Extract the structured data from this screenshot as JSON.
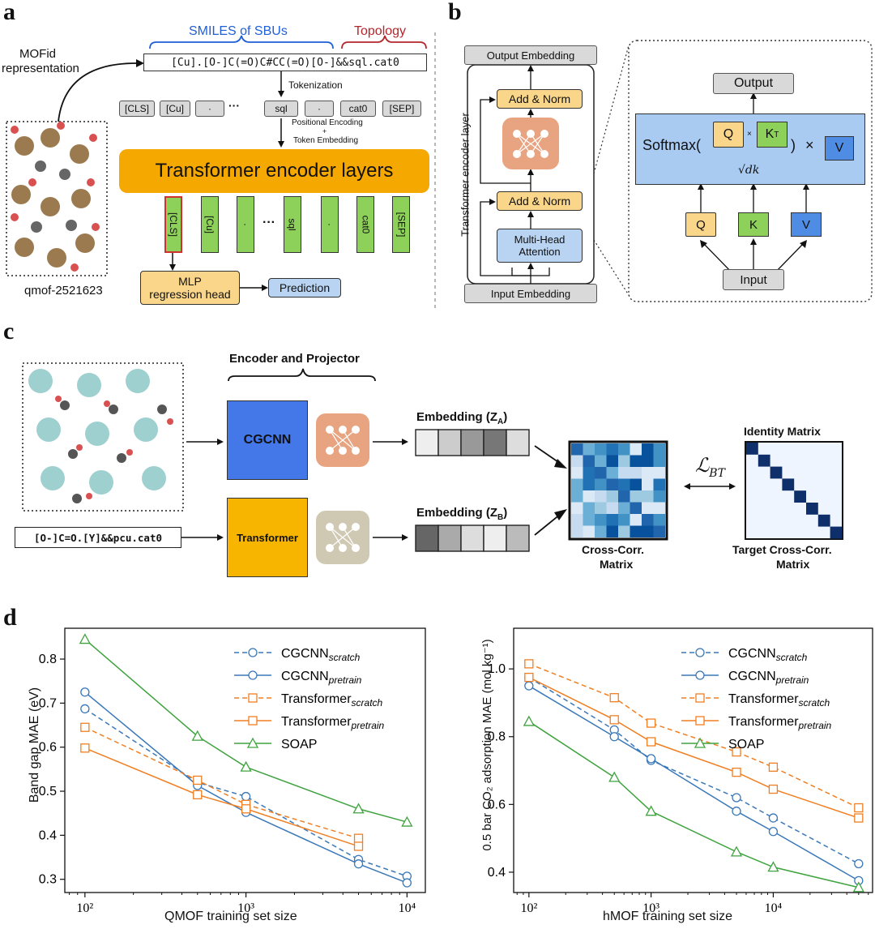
{
  "panels": {
    "a": "a",
    "b": "b",
    "c": "c",
    "d": "d"
  },
  "panel_a": {
    "smiles_label": "SMILES of SBUs",
    "topology_label": "Topology",
    "mofid_label_line1": "MOFid",
    "mofid_label_line2": "representation",
    "mofid_string": "[Cu].[O-]C(=O)C#CC(=O)[O-]&&sql.cat0",
    "tokenization": "Tokenization",
    "tokens": [
      "[CLS]",
      "[Cu]",
      "·",
      "sql",
      "·",
      "cat0",
      "[SEP]"
    ],
    "ellipsis": "···",
    "positional_encoding": "Positional Encoding",
    "plus": "+",
    "token_embedding": "Token Embedding",
    "encoder_layers": "Transformer encoder layers",
    "output_tokens": [
      "[CLS]",
      "[Cu]",
      "·",
      "sql",
      "·",
      "cat0",
      "[SEP]"
    ],
    "mlp_line1": "MLP",
    "mlp_line2": "regression head",
    "prediction": "Prediction",
    "structure_id": "qmof-2521623"
  },
  "panel_b": {
    "output_embedding": "Output Embedding",
    "add_norm_top": "Add & Norm",
    "add_norm_bottom": "Add & Norm",
    "mha_line1": "Multi-Head",
    "mha_line2": "Attention",
    "input_embedding": "Input Embedding",
    "encoder_layer_label": "Transformer encoder layer",
    "output": "Output",
    "softmax": "Softmax(",
    "close_paren": ")",
    "times": "×",
    "q": "Q",
    "kt": "K",
    "kt_sup": "T",
    "dot": "×",
    "sqrt_dk": "√dk",
    "v": "V",
    "k": "K",
    "input": "Input"
  },
  "panel_c": {
    "encoder_projector": "Encoder and Projector",
    "cgcnn": "CGCNN",
    "transformer": "Transformer",
    "embedding_a": "Embedding (Z",
    "embedding_a_sub": "A",
    "embedding_b": "Embedding (Z",
    "embedding_b_sub": "B",
    "close": ")",
    "mofid_string": "[O-]C=O.[Y]&&pcu.cat0",
    "loss": "ℒ",
    "loss_sub": "BT",
    "cross_corr_line1": "Cross-Corr.",
    "cross_corr_line2": "Matrix",
    "identity_matrix": "Identity Matrix",
    "target_line1": "Target Cross-Corr.",
    "target_line2": "Matrix"
  },
  "colors": {
    "cgcnn_blue": "#4477e8",
    "transformer_orange": "#f7b500",
    "series_blue": "#3a78b8",
    "series_orange": "#f07f23",
    "series_green": "#3fa33f",
    "header_blue": "#1f5fd6",
    "header_red": "#b4262c"
  },
  "chart_data": [
    {
      "type": "line",
      "xscale": "log",
      "xlabel": "QMOF training set size",
      "ylabel": "Band gap MAE (eV)",
      "xlim": [
        75,
        13000
      ],
      "ylim": [
        0.27,
        0.87
      ],
      "x_ticks": [
        100,
        1000,
        10000
      ],
      "x_tick_labels": [
        "10²",
        "10³",
        "10⁴"
      ],
      "y_ticks": [
        0.3,
        0.4,
        0.5,
        0.6,
        0.7,
        0.8
      ],
      "y_tick_labels": [
        "0.3",
        "0.4",
        "0.5",
        "0.6",
        "0.7",
        "0.8"
      ],
      "legend": "top-right",
      "series": [
        {
          "name": "CGCNN",
          "sub": "scratch",
          "color": "#3a78b8",
          "dash": true,
          "marker": "circle",
          "x": [
            100,
            500,
            1000,
            5000,
            10000
          ],
          "y": [
            0.687,
            0.52,
            0.488,
            0.345,
            0.307
          ]
        },
        {
          "name": "CGCNN",
          "sub": "pretrain",
          "color": "#3a78b8",
          "dash": false,
          "marker": "circle",
          "x": [
            100,
            500,
            1000,
            5000,
            10000
          ],
          "y": [
            0.725,
            0.513,
            0.452,
            0.335,
            0.292
          ]
        },
        {
          "name": "Transformer",
          "sub": "scratch",
          "color": "#f07f23",
          "dash": true,
          "marker": "square",
          "x": [
            100,
            500,
            1000,
            5000
          ],
          "y": [
            0.645,
            0.525,
            0.47,
            0.393
          ]
        },
        {
          "name": "Transformer",
          "sub": "pretrain",
          "color": "#f07f23",
          "dash": false,
          "marker": "square",
          "x": [
            100,
            500,
            1000,
            5000
          ],
          "y": [
            0.598,
            0.492,
            0.46,
            0.375
          ]
        },
        {
          "name": "SOAP",
          "sub": "",
          "color": "#3fa33f",
          "dash": false,
          "marker": "triangle",
          "x": [
            100,
            500,
            1000,
            5000,
            10000
          ],
          "y": [
            0.845,
            0.625,
            0.555,
            0.46,
            0.43
          ]
        }
      ]
    },
    {
      "type": "line",
      "xscale": "log",
      "xlabel": "hMOF training set size",
      "ylabel": "0.5 bar CO₂ adsorption MAE (mol kg⁻¹)",
      "xlim": [
        75,
        65000
      ],
      "ylim": [
        0.34,
        1.12
      ],
      "x_ticks": [
        100,
        1000,
        10000
      ],
      "x_tick_labels": [
        "10²",
        "10³",
        "10⁴"
      ],
      "y_ticks": [
        0.4,
        0.6,
        0.8,
        1.0
      ],
      "y_tick_labels": [
        "0.4",
        "0.6",
        "0.8",
        "1.0"
      ],
      "legend": "top-right",
      "series": [
        {
          "name": "CGCNN",
          "sub": "scratch",
          "color": "#3a78b8",
          "dash": true,
          "marker": "circle",
          "x": [
            100,
            500,
            1000,
            5000,
            10000,
            50000
          ],
          "y": [
            0.975,
            0.82,
            0.73,
            0.62,
            0.56,
            0.425
          ]
        },
        {
          "name": "CGCNN",
          "sub": "pretrain",
          "color": "#3a78b8",
          "dash": false,
          "marker": "circle",
          "x": [
            100,
            500,
            1000,
            5000,
            10000,
            50000
          ],
          "y": [
            0.95,
            0.8,
            0.735,
            0.58,
            0.52,
            0.375
          ]
        },
        {
          "name": "Transformer",
          "sub": "scratch",
          "color": "#f07f23",
          "dash": true,
          "marker": "square",
          "x": [
            100,
            500,
            1000,
            5000,
            10000,
            50000
          ],
          "y": [
            1.015,
            0.915,
            0.84,
            0.755,
            0.71,
            0.59
          ]
        },
        {
          "name": "Transformer",
          "sub": "pretrain",
          "color": "#f07f23",
          "dash": false,
          "marker": "square",
          "x": [
            100,
            500,
            1000,
            5000,
            10000,
            50000
          ],
          "y": [
            0.975,
            0.85,
            0.785,
            0.695,
            0.645,
            0.56
          ]
        },
        {
          "name": "SOAP",
          "sub": "",
          "color": "#3fa33f",
          "dash": false,
          "marker": "triangle",
          "x": [
            100,
            500,
            1000,
            5000,
            10000,
            50000
          ],
          "y": [
            0.845,
            0.68,
            0.58,
            0.46,
            0.415,
            0.355
          ]
        }
      ]
    }
  ]
}
